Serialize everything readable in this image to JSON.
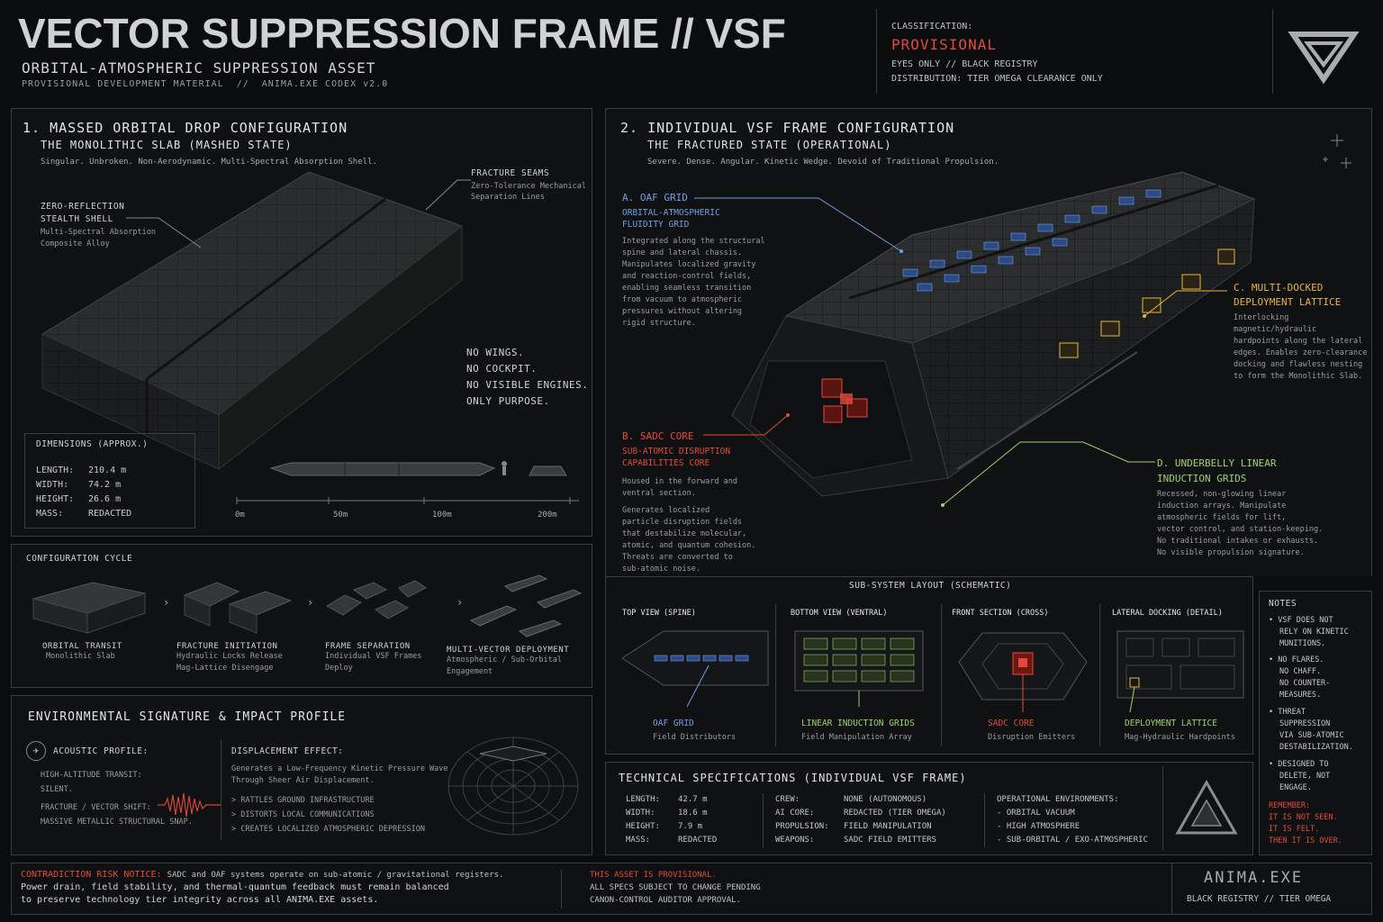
{
  "header": {
    "title": "VECTOR SUPPRESSION FRAME // VSF",
    "subtitle": "ORBITAL-ATMOSPHERIC SUPPRESSION ASSET",
    "meta": "PROVISIONAL DEVELOPMENT MATERIAL  //  ANIMA.EXE CODEX v2.0",
    "classification_label": "CLASSIFICATION:",
    "classification_value": "PROVISIONAL",
    "eyes_only": "EYES ONLY // BLACK REGISTRY",
    "distribution": "DISTRIBUTION: TIER OMEGA CLEARANCE ONLY"
  },
  "section1": {
    "title": "1. MASSED ORBITAL DROP CONFIGURATION",
    "subtitle": "THE MONOLITHIC SLAB (MASHED STATE)",
    "desc": "Singular. Unbroken. Non-Aerodynamic. Multi-Spectral Absorption Shell.",
    "fracture_title": "FRACTURE SEAMS",
    "fracture_desc1": "Zero-Tolerance Mechanical",
    "fracture_desc2": "Separation Lines",
    "stealth_title1": "ZERO-REFLECTION",
    "stealth_title2": "STEALTH SHELL",
    "stealth_desc1": "Multi-Spectral Absorption",
    "stealth_desc2": "Composite Alloy",
    "no1": "NO WINGS.",
    "no2": "NO COCKPIT.",
    "no3": "NO VISIBLE ENGINES.",
    "no4": "ONLY PURPOSE.",
    "dims_title": "DIMENSIONS (APPROX.)",
    "dims": [
      {
        "k": "LENGTH:",
        "v": "210.4 m"
      },
      {
        "k": "WIDTH:",
        "v": "74.2 m"
      },
      {
        "k": "HEIGHT:",
        "v": "26.6 m"
      },
      {
        "k": "MASS:",
        "v": "REDACTED"
      }
    ],
    "scale": [
      "0m",
      "50m",
      "100m",
      "200m"
    ]
  },
  "cycle": {
    "title": "CONFIGURATION CYCLE",
    "steps": [
      {
        "t": "ORBITAL TRANSIT",
        "d1": "Monolithic Slab",
        "d2": ""
      },
      {
        "t": "FRACTURE INITIATION",
        "d1": "Hydraulic Locks Release",
        "d2": "Mag-Lattice Disengage"
      },
      {
        "t": "FRAME SEPARATION",
        "d1": "Individual VSF Frames",
        "d2": "Deploy"
      },
      {
        "t": "MULTI-VECTOR DEPLOYMENT",
        "d1": "Atmospheric / Sub-Orbital",
        "d2": "Engagement"
      }
    ]
  },
  "env": {
    "title": "ENVIRONMENTAL SIGNATURE & IMPACT PROFILE",
    "acoustic_title": "ACOUSTIC PROFILE:",
    "a1": "HIGH-ALTITUDE TRANSIT:",
    "a2": "SILENT.",
    "a3": "FRACTURE / VECTOR SHIFT:",
    "a4": "MASSIVE METALLIC STRUCTURAL SNAP.",
    "disp_title": "DISPLACEMENT EFFECT:",
    "d1": "Generates a Low-Frequency Kinetic Pressure Wave",
    "d2": "Through Sheer Air Displacement.",
    "b1": "> RATTLES GROUND INFRASTRUCTURE",
    "b2": "> DISTORTS LOCAL COMMUNICATIONS",
    "b3": "> CREATES LOCALIZED ATMOSPHERIC DEPRESSION"
  },
  "section2": {
    "title": "2. INDIVIDUAL VSF FRAME CONFIGURATION",
    "subtitle": "THE FRACTURED STATE (OPERATIONAL)",
    "desc": "Severe. Dense. Angular. Kinetic Wedge. Devoid of Traditional Propulsion.",
    "a_title": "A. OAF GRID",
    "a_sub1": "ORBITAL-ATMOSPHERIC",
    "a_sub2": "FLUIDITY GRID",
    "a_desc": [
      "Integrated along the structural",
      "spine and lateral chassis.",
      "Manipulates localized gravity",
      "and reaction-control fields,",
      "enabling seamless transition",
      "from vacuum to atmospheric",
      "pressures without altering",
      "rigid structure."
    ],
    "b_title": "B. SADC CORE",
    "b_sub1": "SUB-ATOMIC DISRUPTION",
    "b_sub2": "CAPABILITIES CORE",
    "b_desc1": [
      "Housed in the forward and",
      "ventral section."
    ],
    "b_desc2": [
      "Generates localized",
      "particle disruption fields",
      "that destabilize molecular,",
      "atomic, and quantum cohesion.",
      "Threats are converted to",
      "sub-atomic noise."
    ],
    "c_title1": "C. MULTI-DOCKED",
    "c_title2": "DEPLOYMENT LATTICE",
    "c_desc": [
      "Interlocking magnetic/hydraulic",
      "hardpoints along the lateral",
      "edges. Enables zero-clearance",
      "docking and flawless nesting",
      "to form the Monolithic Slab."
    ],
    "d_title1": "D. UNDERBELLY LINEAR",
    "d_title2": "INDUCTION GRIDS",
    "d_desc": [
      "Recessed, non-glowing linear",
      "induction arrays. Manipulate",
      "atmospheric fields for lift,",
      "vector control, and station-keeping.",
      "No traditional intakes or exhausts.",
      "No visible propulsion signature."
    ]
  },
  "subsystem": {
    "title": "SUB-SYSTEM LAYOUT (SCHEMATIC)",
    "views": [
      {
        "t": "TOP VIEW (SPINE)",
        "l": "OAF GRID",
        "d": "Field Distributors"
      },
      {
        "t": "BOTTOM VIEW (VENTRAL)",
        "l": "LINEAR INDUCTION GRIDS",
        "d": "Field Manipulation Array"
      },
      {
        "t": "FRONT SECTION (CROSS)",
        "l": "SADC CORE",
        "d": "Disruption Emitters"
      },
      {
        "t": "LATERAL DOCKING (DETAIL)",
        "l": "DEPLOYMENT LATTICE",
        "d": "Mag-Hydraulic Hardpoints"
      }
    ]
  },
  "notes": {
    "title": "NOTES",
    "n1": [
      "VSF DOES NOT",
      "RELY ON KINETIC",
      "MUNITIONS."
    ],
    "n2": [
      "NO FLARES.",
      "NO CHAFF.",
      "NO COUNTER-",
      "MEASURES."
    ],
    "n3": [
      "THREAT",
      "SUPPRESSION",
      "VIA SUB-ATOMIC",
      "DESTABILIZATION."
    ],
    "n4": [
      "DESIGNED TO",
      "DELETE, NOT",
      "ENGAGE."
    ],
    "r": [
      "REMEMBER:",
      "IT IS NOT SEEN.",
      "IT IS FELT.",
      "THEN IT IS OVER."
    ]
  },
  "specs": {
    "title": "TECHNICAL SPECIFICATIONS (INDIVIDUAL VSF FRAME)",
    "col1": [
      {
        "k": "LENGTH:",
        "v": "42.7 m"
      },
      {
        "k": "WIDTH:",
        "v": "18.6 m"
      },
      {
        "k": "HEIGHT:",
        "v": "7.9 m"
      },
      {
        "k": "MASS:",
        "v": "REDACTED"
      }
    ],
    "col2": [
      {
        "k": "CREW:",
        "v": "NONE (AUTONOMOUS)"
      },
      {
        "k": "AI CORE:",
        "v": "REDACTED (TIER OMEGA)"
      },
      {
        "k": "PROPULSION:",
        "v": "FIELD MANIPULATION"
      },
      {
        "k": "WEAPONS:",
        "v": "SADC FIELD EMITTERS"
      }
    ],
    "env_title": "OPERATIONAL ENVIRONMENTS:",
    "env": [
      "- ORBITAL VACUUM",
      "- HIGH ATMOSPHERE",
      "- SUB-ORBITAL / EXO-ATMOSPHERIC"
    ]
  },
  "footer": {
    "risk_title": "CONTRADICTION RISK NOTICE:",
    "risk_l1": "SADC and OAF systems operate on sub-atomic / gravitational registers.",
    "risk_l2": "Power drain, field stability, and thermal-quantum feedback must remain balanced",
    "risk_l3": "to preserve technology tier integrity across all ANIMA.EXE assets.",
    "prov_title": "THIS ASSET IS PROVISIONAL.",
    "prov_l1": "ALL SPECS SUBJECT TO CHANGE PENDING",
    "prov_l2": "CANON-CONTROL AUDITOR APPROVAL.",
    "brand": "ANIMA.EXE",
    "registry": "BLACK REGISTRY // TIER OMEGA"
  }
}
